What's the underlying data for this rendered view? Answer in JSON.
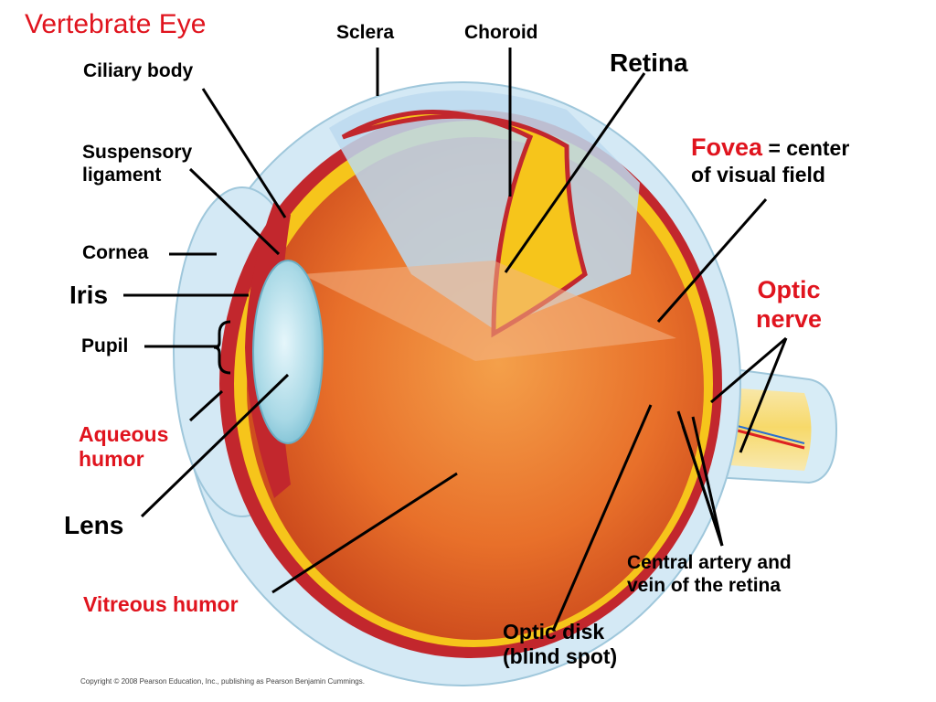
{
  "title": "Vertebrate Eye",
  "labels": {
    "sclera": "Sclera",
    "choroid": "Choroid",
    "retina": "Retina",
    "ciliary_body": "Ciliary body",
    "suspensory_1": "Suspensory",
    "suspensory_2": "ligament",
    "fovea": "Fovea",
    "fovea_desc_1": "= center",
    "fovea_desc_2": "of visual field",
    "cornea": "Cornea",
    "iris": "Iris",
    "pupil": "Pupil",
    "optic_nerve_1": "Optic",
    "optic_nerve_2": "nerve",
    "aqueous_1": "Aqueous",
    "aqueous_2": "humor",
    "lens": "Lens",
    "central_1": "Central artery and",
    "central_2": "vein of the retina",
    "vitreous": "Vitreous humor",
    "optic_disk_1": "Optic disk",
    "optic_disk_2": "(blind spot)"
  },
  "copyright": "Copyright © 2008 Pearson Education, Inc., publishing as Pearson Benjamin Cummings.",
  "colors": {
    "highlight_label": "#e0141e",
    "sclera": "#cfe6f3",
    "choroid": "#c2272d",
    "retina": "#f6c51b",
    "vitreous": "#e8722a",
    "lens": "#a9d9e6"
  }
}
